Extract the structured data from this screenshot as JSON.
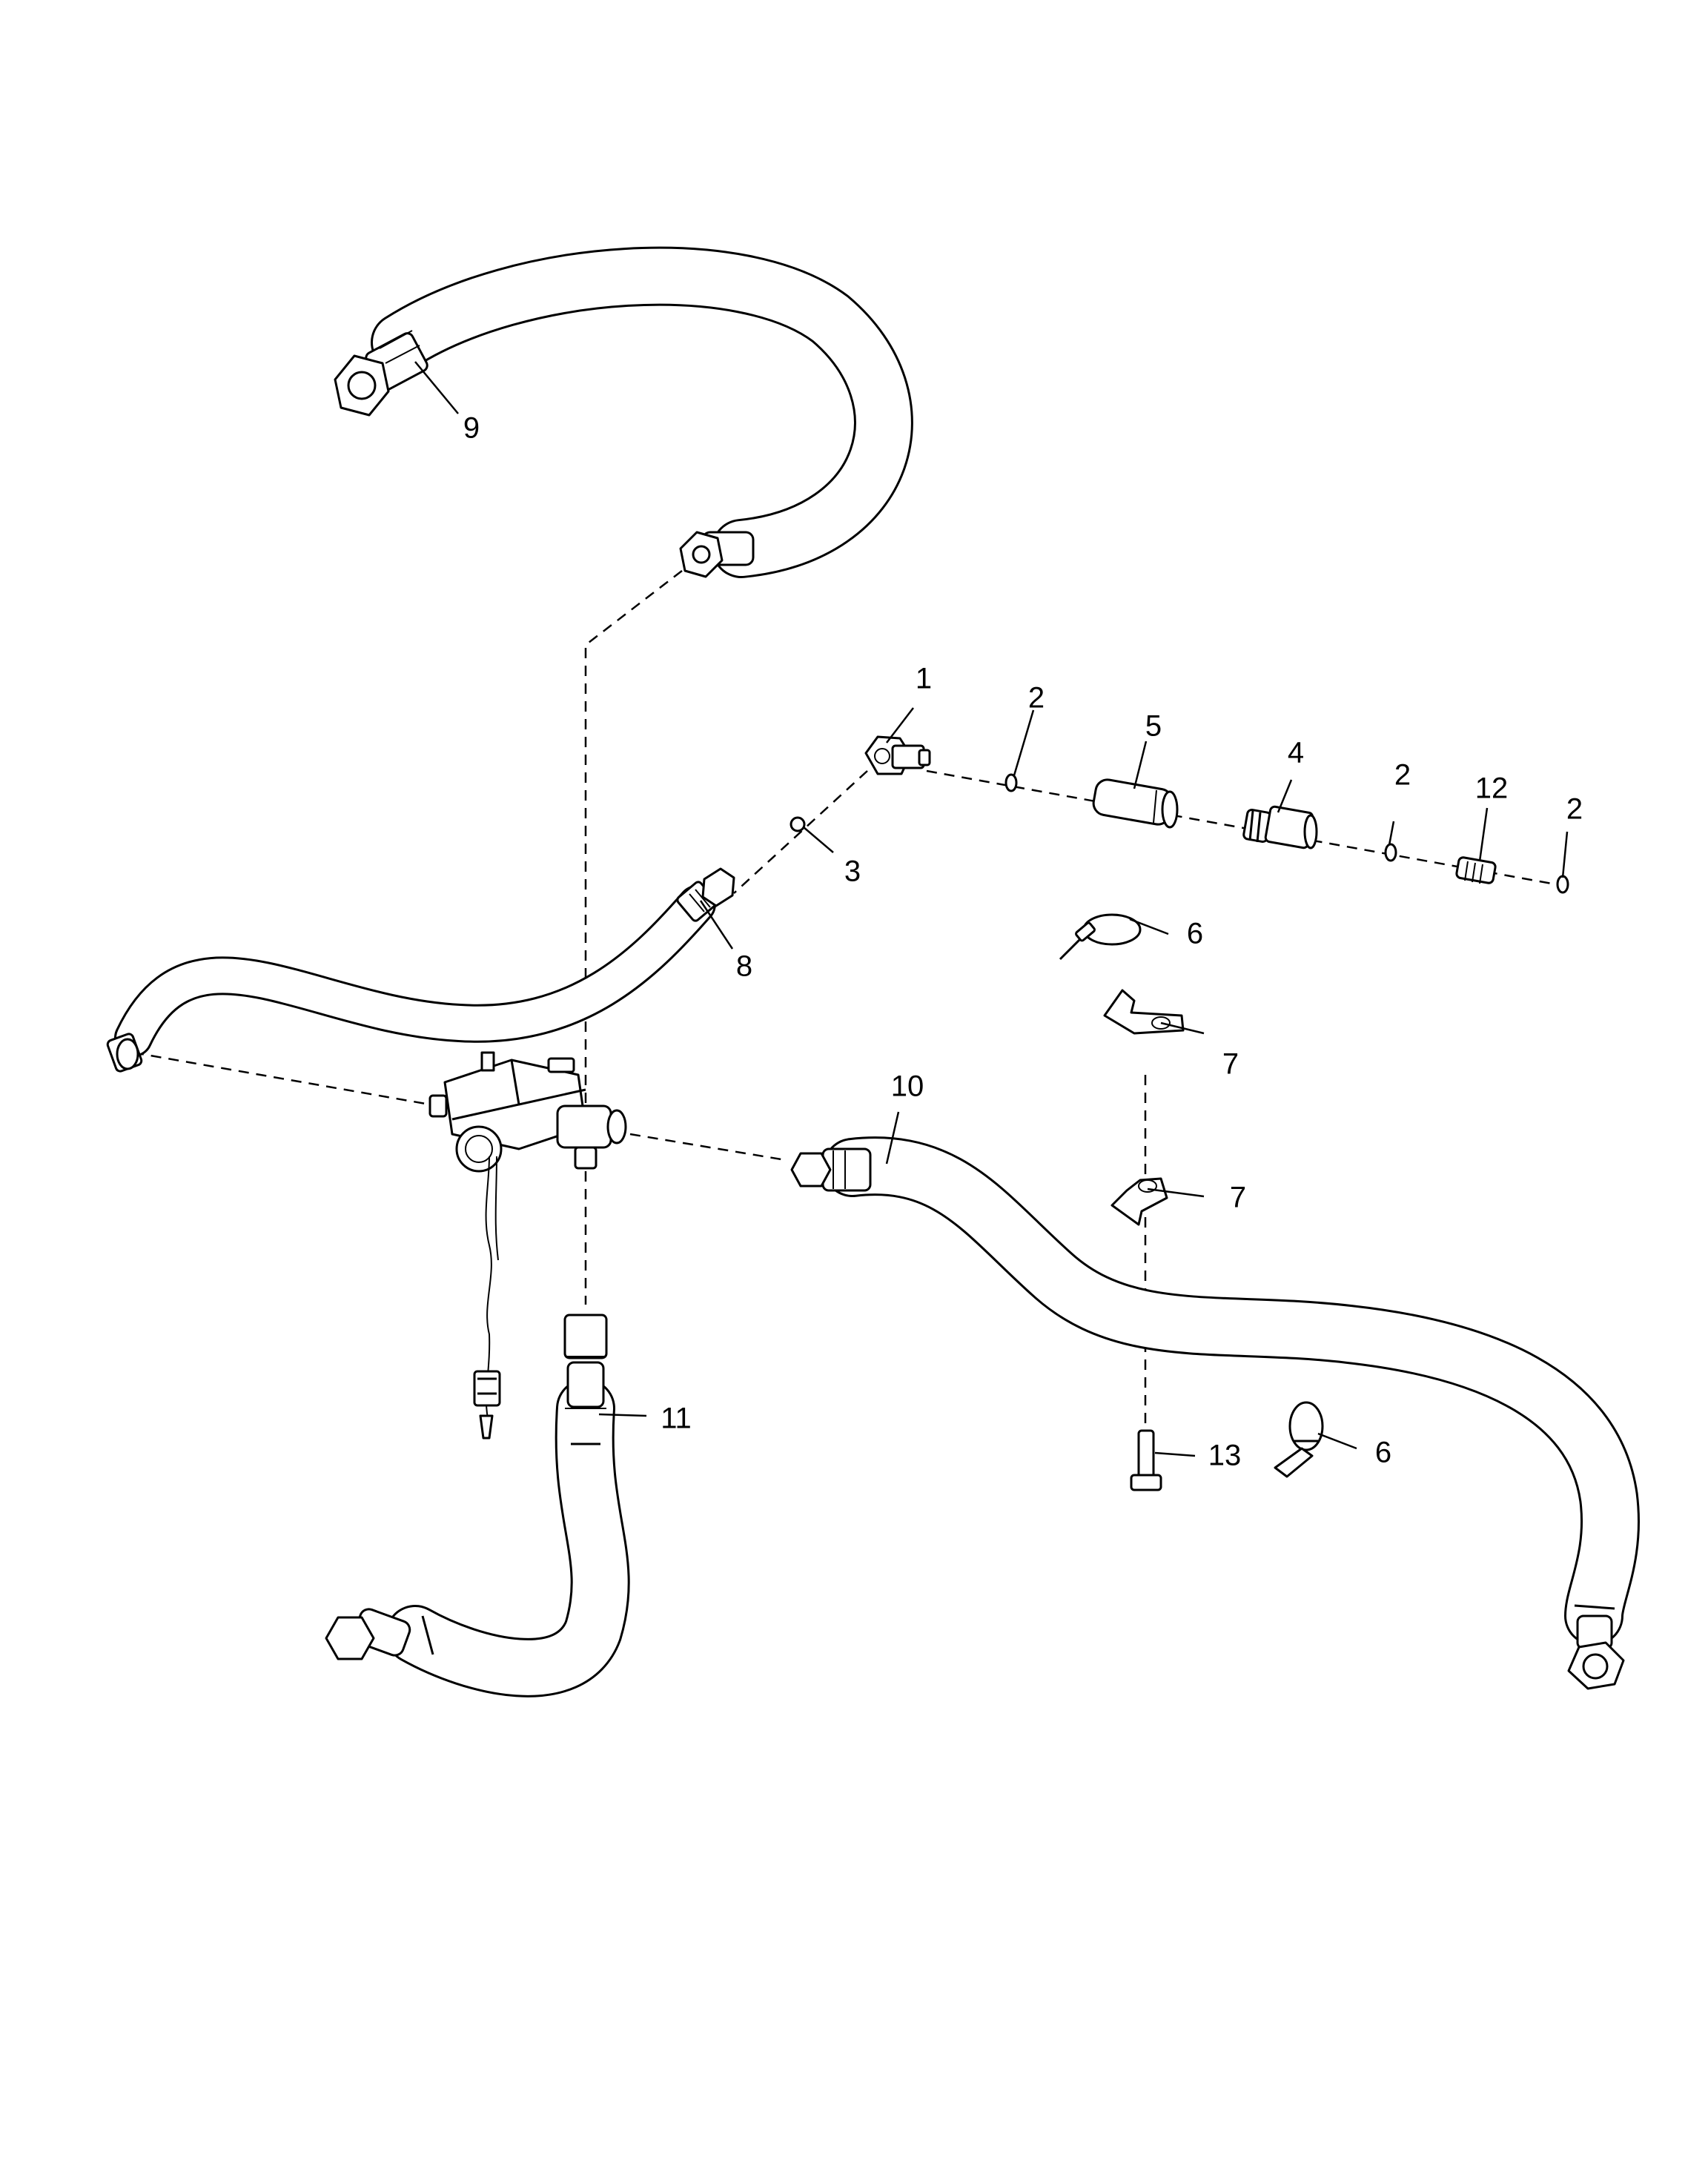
{
  "callouts": {
    "c1": "1",
    "c2a": "2",
    "c2b": "2",
    "c2c": "2",
    "c3": "3",
    "c4": "4",
    "c5": "5",
    "c6a": "6",
    "c6b": "6",
    "c7a": "7",
    "c7b": "7",
    "c8": "8",
    "c9": "9",
    "c10": "10",
    "c11": "11",
    "c12": "12",
    "c13": "13"
  }
}
